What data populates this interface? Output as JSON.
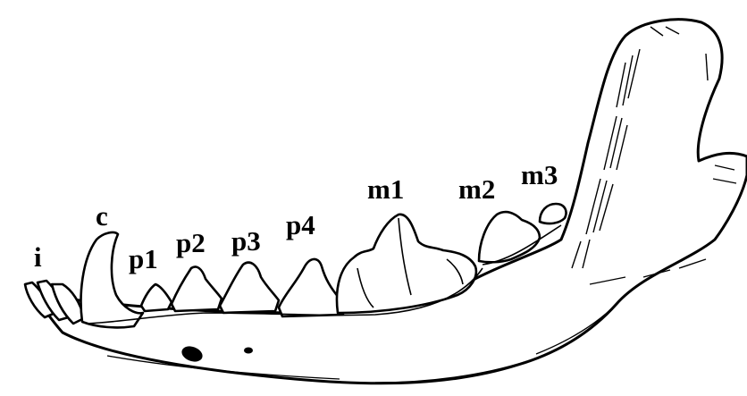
{
  "diagram": {
    "labels": {
      "incisors": "i",
      "canine": "c",
      "premolar_1": "p1",
      "premolar_2": "p2",
      "premolar_3": "p3",
      "premolar_4": "p4",
      "molar_1": "m1",
      "molar_2": "m2",
      "molar_3": "m3"
    },
    "colors": {
      "ink": "#000000",
      "paper": "#ffffff"
    }
  }
}
